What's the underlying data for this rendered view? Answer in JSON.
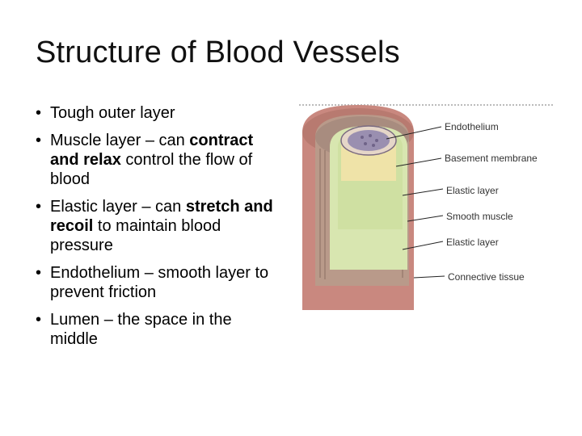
{
  "title": "Structure of Blood Vessels",
  "bullets": [
    {
      "plain_before": "Tough outer layer",
      "bold": "",
      "plain_after": ""
    },
    {
      "plain_before": "Muscle layer – can ",
      "bold": "contract and relax",
      "plain_after": " control the flow of blood"
    },
    {
      "plain_before": "Elastic layer – can ",
      "bold": "stretch and recoil",
      "plain_after": " to maintain blood pressure"
    },
    {
      "plain_before": "Endothelium – smooth layer to prevent friction",
      "bold": "",
      "plain_after": ""
    },
    {
      "plain_before": "Lumen – the space in the middle",
      "bold": "",
      "plain_after": ""
    }
  ],
  "diagram": {
    "labels": {
      "endothelium": "Endothelium",
      "basement_membrane": "Basement membrane",
      "elastic_layer_inner": "Elastic layer",
      "smooth_muscle": "Smooth muscle",
      "elastic_layer_outer": "Elastic layer",
      "connective_tissue": "Connective tissue"
    },
    "colors": {
      "outer_tissue": "#c9887f",
      "muscle": "#b99a8a",
      "elastic": "#d8e6b0",
      "membrane": "#efe3a8",
      "lumen": "#9a8fb0"
    }
  }
}
